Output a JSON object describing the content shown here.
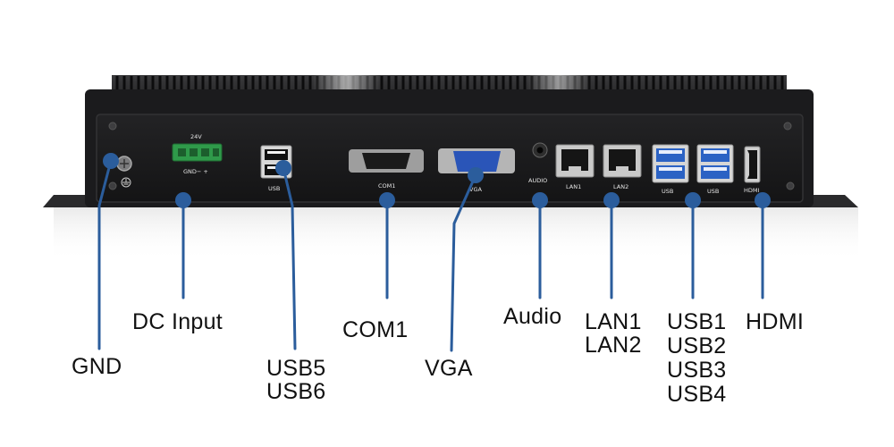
{
  "panel_labels": {
    "voltage": "24V",
    "dc_pins": "GND−  +",
    "usb_front": "USB",
    "com1": "COM1",
    "vga": "VGA",
    "audio": "AUDIO",
    "lan1": "LAN1",
    "lan2": "LAN2",
    "usb_a": "USB",
    "usb_b": "USB",
    "hdmi": "HDMI"
  },
  "callouts": {
    "gnd": "GND",
    "dc_input": "DC Input",
    "usb56": [
      "USB5",
      "USB6"
    ],
    "com1": "COM1",
    "vga": "VGA",
    "audio": "Audio",
    "lan": [
      "LAN1",
      "LAN2"
    ],
    "usb14": [
      "USB1",
      "USB2",
      "USB3",
      "USB4"
    ],
    "hdmi": "HDMI"
  },
  "colors": {
    "leader": "#2b5d9c",
    "chassis": "#1b1b1d",
    "fins": "#2a2a2c",
    "dc_connector": "#2f9a4a",
    "vga_port": "#2a55b8",
    "usb3_port": "#2b62c4",
    "label_text": "#111111"
  }
}
